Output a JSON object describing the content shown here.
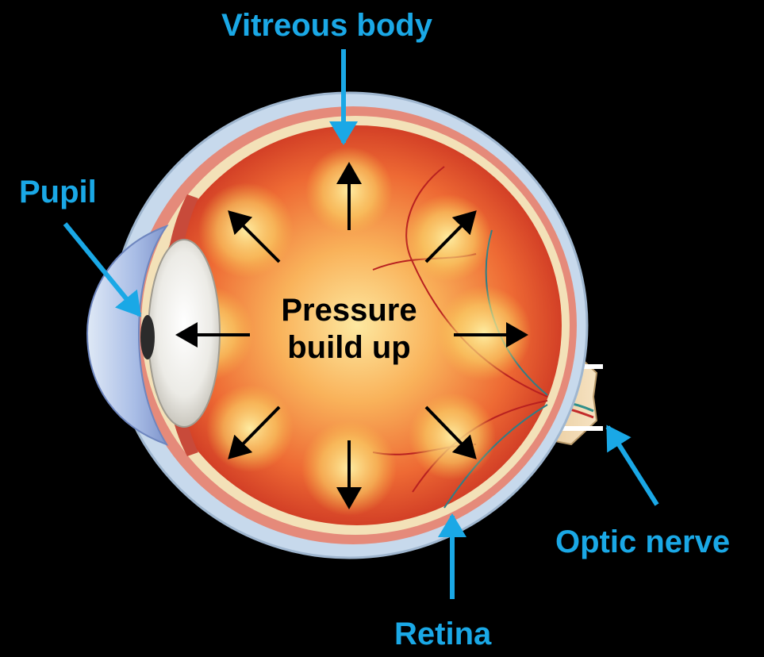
{
  "diagram": {
    "labels": {
      "vitreous_body": "Vitreous body",
      "pupil": "Pupil",
      "optic_nerve": "Optic nerve",
      "retina": "Retina"
    },
    "center_text": {
      "line1": "Pressure",
      "line2": "build up"
    },
    "colors": {
      "background": "#000000",
      "label": "#1aa8e6",
      "pointer": "#1aa8e6",
      "pressure_arrow": "#000000",
      "center_text": "#000000",
      "vitreous_fill_center": "#fde18a",
      "vitreous_fill_edge": "#d63a22",
      "sclera": "#c7d9ec",
      "lens": "#e8e6e0",
      "cornea": "#8fa6d6",
      "optic_nerve": "#f2d9b0"
    }
  }
}
